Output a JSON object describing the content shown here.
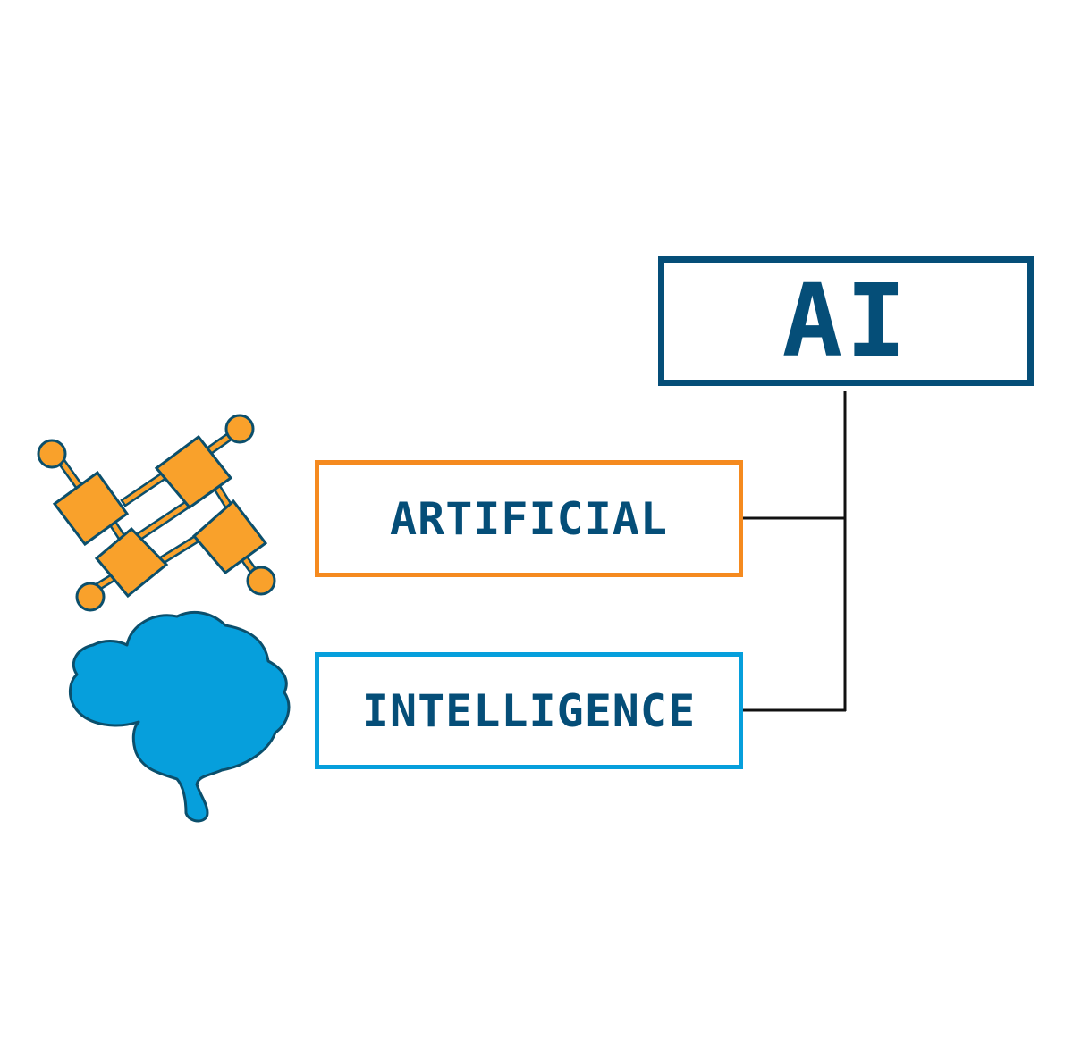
{
  "acronym": {
    "label": "AI",
    "border_color": "#054e78",
    "text_color": "#054e78"
  },
  "terms": [
    {
      "label": "ARTIFICIAL",
      "border_color": "#f58a1f",
      "icon": "network-nodes-icon",
      "icon_color": "#f9a12b"
    },
    {
      "label": "INTELLIGENCE",
      "border_color": "#069fdc",
      "icon": "brain-icon",
      "icon_color": "#069fdc"
    }
  ],
  "colors": {
    "text": "#054e78",
    "outline": "#0b4f6c",
    "connector": "#111111"
  }
}
